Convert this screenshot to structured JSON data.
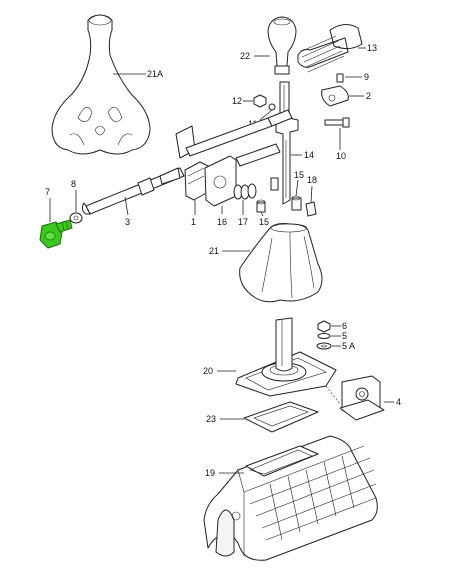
{
  "labels": {
    "l21A": "21A",
    "l22": "22",
    "l13": "13",
    "l9": "9",
    "l2": "2",
    "l12": "12",
    "l11": "11",
    "l10": "10",
    "l14": "14",
    "l7": "7",
    "l8": "8",
    "l3": "3",
    "l1": "1",
    "l16": "16",
    "l17": "17",
    "l15a": "15",
    "l15b": "15",
    "l18": "18",
    "l21": "21",
    "l6": "6",
    "l5": "5",
    "l5A": "5 A",
    "l20": "20",
    "l4": "4",
    "l23": "23",
    "l19": "19"
  },
  "colors": {
    "highlight": "#3cc81e",
    "line": "#222222"
  }
}
